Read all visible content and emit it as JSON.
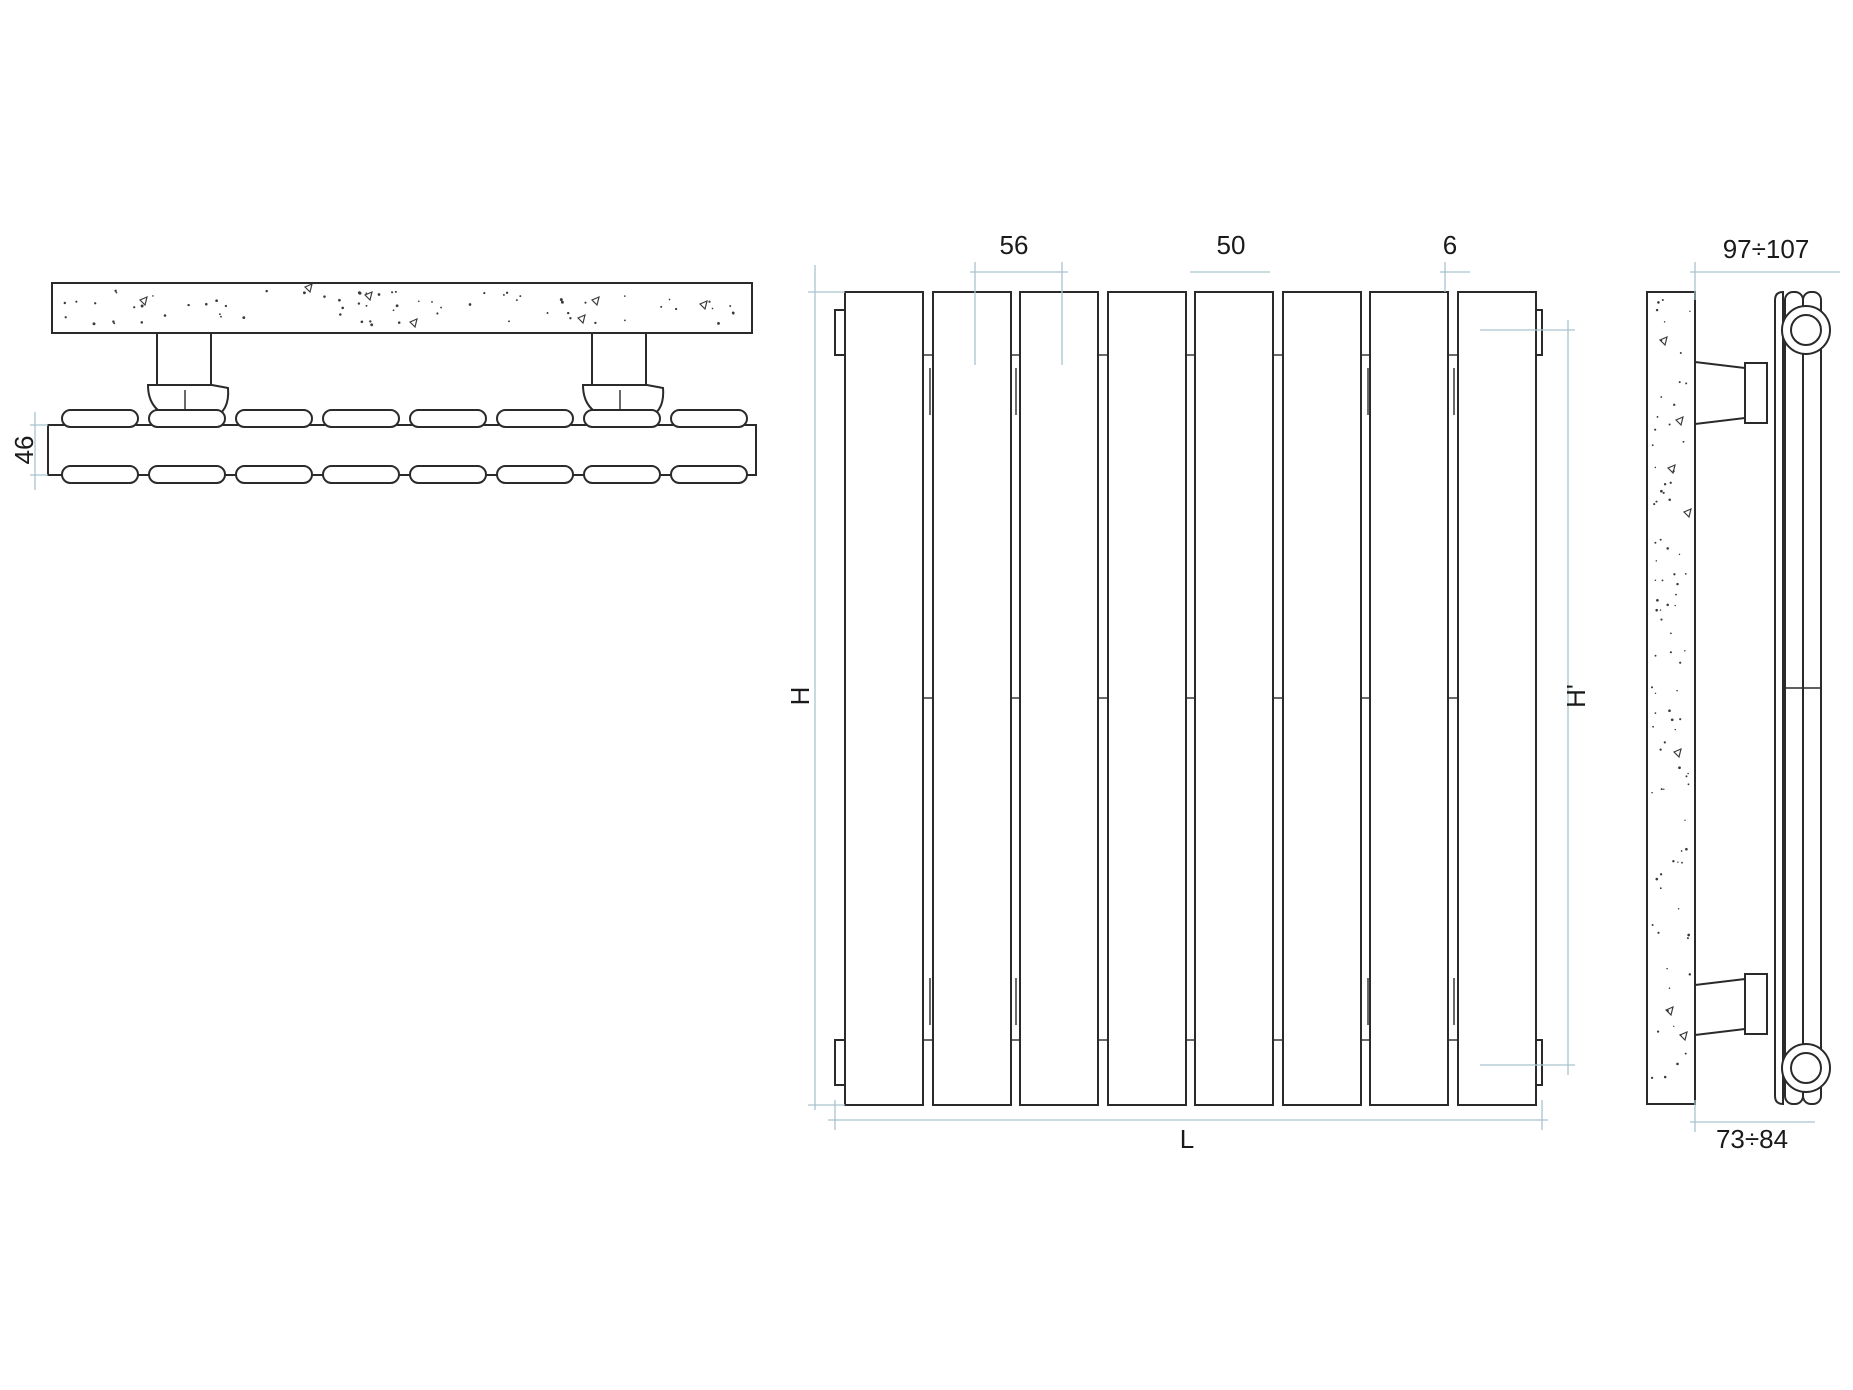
{
  "labels": {
    "plan_depth": "46",
    "panel_width": "56",
    "panel_width_inner": "50",
    "panel_gap": "6",
    "overall_height": "H",
    "connection_height": "H'",
    "overall_length": "L",
    "wall_offset_top": "97÷107",
    "wall_offset_bottom": "73÷84"
  }
}
